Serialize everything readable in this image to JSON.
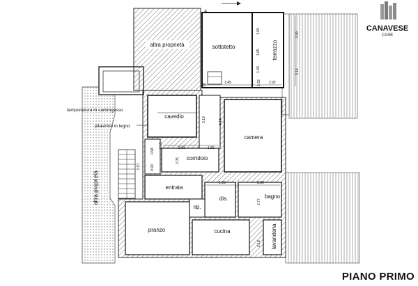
{
  "plan": {
    "title": "PIANO PRIMO",
    "rooms": {
      "altra_proprieta_top": "altra proprietà",
      "altra_proprieta_left": "altra proprietà",
      "sottotetto": "sottotetto",
      "terrazzo": "terrazzo",
      "cavedio": "cavedio",
      "camera": "camera",
      "corridoio": "corridoio",
      "entrata": "entrata",
      "dis": "dis.",
      "bagno": "bagno",
      "rip": "rip.",
      "pranzo": "pranzo",
      "cucina": "cucina",
      "lavanderia": "lavanderia"
    },
    "notes": {
      "tamponatura": "tamponatura in cartongesso",
      "pilastrino": "pilastrino in legno"
    },
    "markers": {
      "a": "A",
      "b": "B"
    },
    "dimensions": {
      "d_1_60": "1.60",
      "d_1_65": "1.65",
      "d_1_00": "1.00",
      "d_2_39": "2.39",
      "d_2_14": "2.14",
      "d_1_45": "1.45",
      "d_1_62": "1.62",
      "d_2_92": "2.92",
      "d_3_19": "3.19",
      "d_4_14": "4.14",
      "d_2_61": "2.61",
      "d_1_65b": "1.65",
      "d_2_05": "2.05",
      "d_0_90": "0.90",
      "d_0_98": "0.98",
      "d_0_57": "0.57",
      "d_0_15": "0.15",
      "d_1_93": "1.93",
      "d_3_00": "3.00",
      "d_2_77": "2.77",
      "d_2_18": "2.18"
    }
  },
  "logo": {
    "name": "CANAVESE",
    "sub": "CASE"
  }
}
